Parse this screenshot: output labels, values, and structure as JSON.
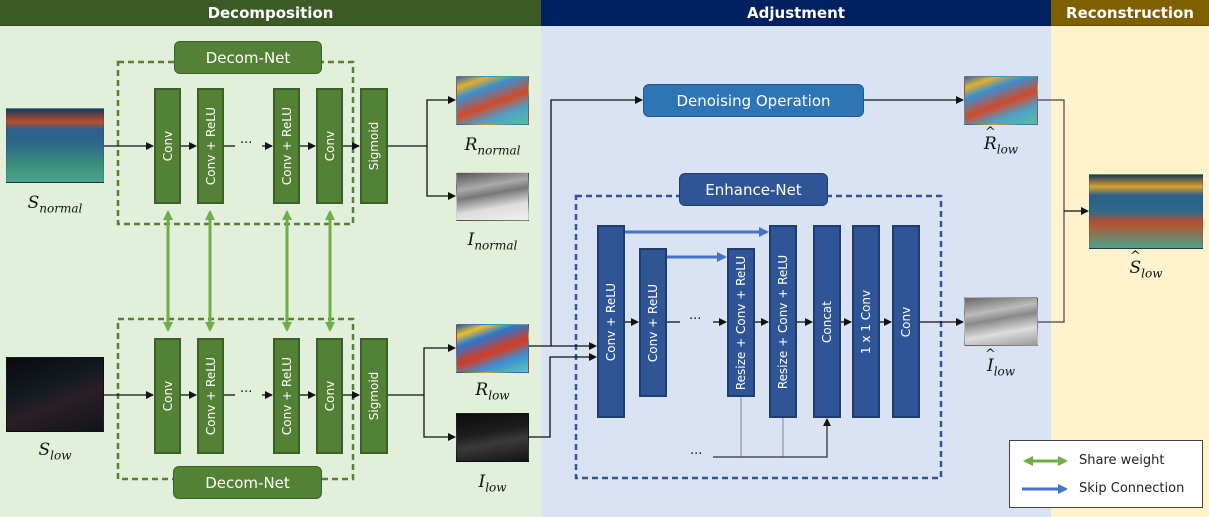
{
  "sections": {
    "decomposition": {
      "title": "Decomposition",
      "header_color": "#3b5a26",
      "bg_color": "#e2efda"
    },
    "adjustment": {
      "title": "Adjustment",
      "header_color": "#002060",
      "bg_color": "#dae3f3"
    },
    "reconstruction": {
      "title": "Reconstruction",
      "header_color": "#7f6000",
      "bg_color": "#fff2cc"
    }
  },
  "decom_net": {
    "label": "Decom-Net",
    "layers": [
      "Conv",
      "Conv + ReLU",
      "Conv + ReLU",
      "Conv",
      "Sigmoid"
    ],
    "ellipsis": "···",
    "color": "#538135"
  },
  "inputs": {
    "s_normal": {
      "symbol": "S",
      "subscript": "normal",
      "icon": "color-stadium-photo"
    },
    "s_low": {
      "symbol": "S",
      "subscript": "low",
      "icon": "dark-stadium-photo"
    }
  },
  "outputs": {
    "r_normal": {
      "symbol": "R",
      "subscript": "normal",
      "icon": "reflectance-map"
    },
    "i_normal": {
      "symbol": "I",
      "subscript": "normal",
      "icon": "illumination-map"
    },
    "r_low": {
      "symbol": "R",
      "subscript": "low",
      "icon": "reflectance-map"
    },
    "i_low": {
      "symbol": "I",
      "subscript": "low",
      "icon": "dark-illumination-map"
    }
  },
  "adjustment": {
    "denoising_label": "Denoising Operation",
    "denoising_color": "#2e75b6",
    "enhance_net": {
      "label": "Enhance-Net",
      "layers": [
        "Conv + ReLU",
        "Conv + ReLU",
        "Resize + Conv + ReLU",
        "Resize + Conv + ReLU",
        "Concat",
        "1 x 1 Conv",
        "Conv"
      ],
      "ellipsis": "···",
      "color": "#2f5597"
    },
    "r_hat_low": {
      "symbol": "R",
      "hat": "^",
      "subscript": "low"
    },
    "i_hat_low": {
      "symbol": "I",
      "hat": "^",
      "subscript": "low"
    }
  },
  "reconstruction": {
    "s_hat_low": {
      "symbol": "S",
      "hat": "^",
      "subscript": "low"
    }
  },
  "legend": {
    "items": [
      {
        "label": "Share weight",
        "color": "#70ad47",
        "kind": "double-arrow"
      },
      {
        "label": "Skip Connection",
        "color": "#4472c4",
        "kind": "arrow"
      }
    ]
  }
}
